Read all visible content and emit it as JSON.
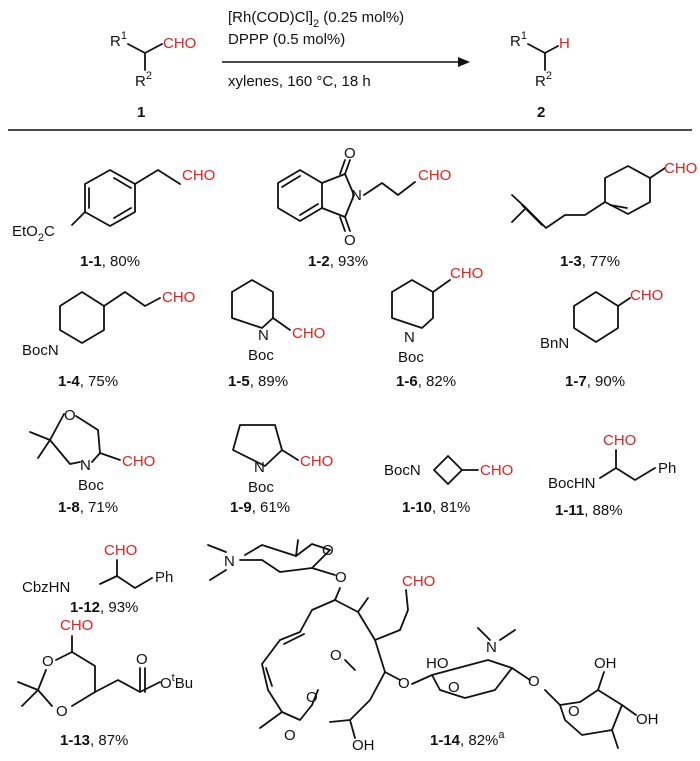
{
  "colors": {
    "highlight": "#e8201c",
    "ink": "#111111",
    "background": "#ffffff"
  },
  "scheme": {
    "r1": "R",
    "r1_sup": "1",
    "r2": "R",
    "r2_sup": "2",
    "cho": "CHO",
    "h": "H",
    "cond1_main": "[Rh(COD)Cl]",
    "cond1_sub": "2",
    "cond1_tail": " (0.25 mol%)",
    "cond2": "DPPP (0.5 mol%)",
    "cond3": "xylenes, 160 °C, 18 h",
    "sm_label": "1",
    "prod_label": "2"
  },
  "atoms": {
    "eto2c_a": "EtO",
    "eto2c_sub": "2",
    "eto2c_c": "C",
    "o": "O",
    "n": "N",
    "bocn": "BocN",
    "boc": "Boc",
    "bnn": "BnN",
    "bochn": "BocHN",
    "cbzhn": "CbzHN",
    "ph": "Ph",
    "otbu_o": "O",
    "otbu_t": "t",
    "otbu_bu": "Bu",
    "ho": "HO",
    "oh": "OH",
    "cho": "CHO"
  },
  "compounds": [
    {
      "id": "1-1",
      "yield": ", 80%"
    },
    {
      "id": "1-2",
      "yield": ", 93%"
    },
    {
      "id": "1-3",
      "yield": ", 77%"
    },
    {
      "id": "1-4",
      "yield": ", 75%"
    },
    {
      "id": "1-5",
      "yield": ", 89%"
    },
    {
      "id": "1-6",
      "yield": ", 82%"
    },
    {
      "id": "1-7",
      "yield": ", 90%"
    },
    {
      "id": "1-8",
      "yield": ", 71%"
    },
    {
      "id": "1-9",
      "yield": ", 61%"
    },
    {
      "id": "1-10",
      "yield": ",  81%"
    },
    {
      "id": "1-11",
      "yield": ", 88%"
    },
    {
      "id": "1-12",
      "yield": ", 93%"
    },
    {
      "id": "1-13",
      "yield": ", 87%"
    },
    {
      "id": "1-14",
      "yield": ", 82%",
      "note": "a"
    }
  ]
}
